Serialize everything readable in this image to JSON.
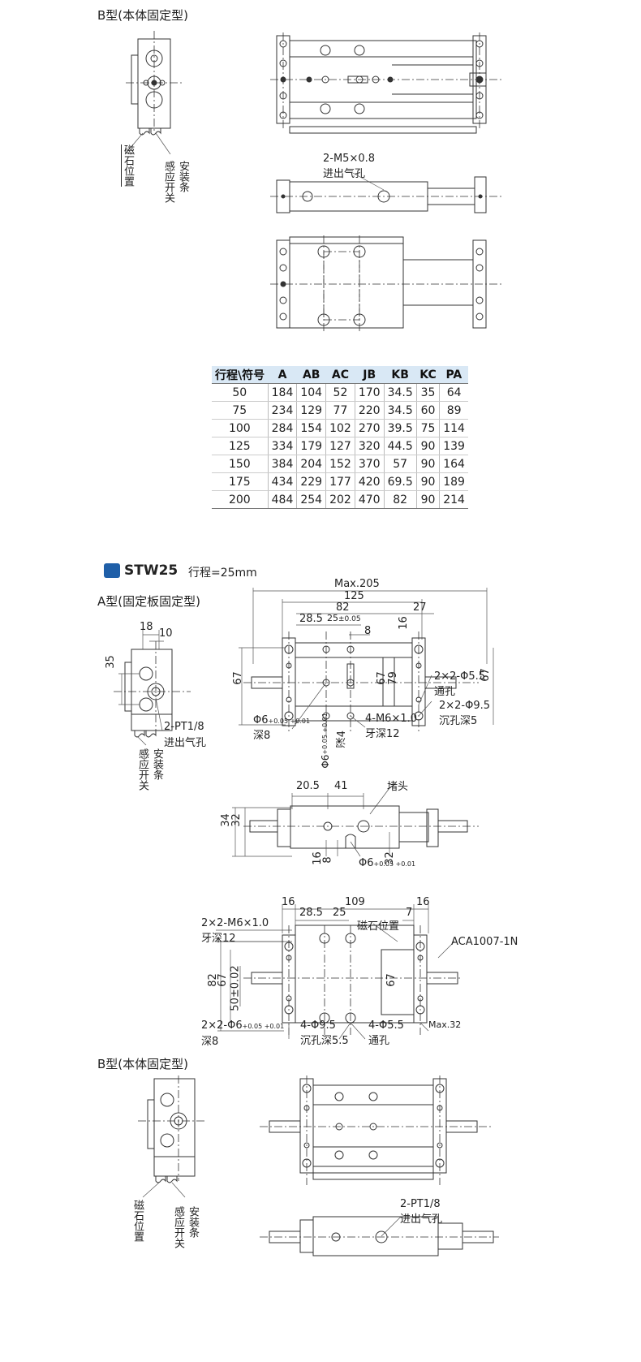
{
  "sec1": {
    "title": "B型(本体固定型)",
    "side_labels": [
      "磁石位置",
      "感应开关",
      "安装条"
    ],
    "port_label_1": "2-M5×0.8",
    "port_label_2": "进出气孔"
  },
  "table": {
    "headers": [
      "行程\\符号",
      "A",
      "AB",
      "AC",
      "JB",
      "KB",
      "KC",
      "PA"
    ],
    "rows": [
      [
        "50",
        "184",
        "104",
        "52",
        "170",
        "34.5",
        "35",
        "64"
      ],
      [
        "75",
        "234",
        "129",
        "77",
        "220",
        "34.5",
        "60",
        "89"
      ],
      [
        "100",
        "284",
        "154",
        "102",
        "270",
        "39.5",
        "75",
        "114"
      ],
      [
        "125",
        "334",
        "179",
        "127",
        "320",
        "44.5",
        "90",
        "139"
      ],
      [
        "150",
        "384",
        "204",
        "152",
        "370",
        "57",
        "90",
        "164"
      ],
      [
        "175",
        "434",
        "229",
        "177",
        "420",
        "69.5",
        "90",
        "189"
      ],
      [
        "200",
        "484",
        "254",
        "202",
        "470",
        "82",
        "90",
        "214"
      ]
    ]
  },
  "stw25": {
    "model": "STW25",
    "stroke": "行程=25mm",
    "a_title": "A型(固定板固定型)",
    "side": {
      "d18": "18",
      "d10": "10",
      "d35": "35",
      "port1": "2-PT1/8",
      "port2": "进出气孔",
      "switch1": "感应开关",
      "switch2": "安装条"
    },
    "top": {
      "max205": "Max.205",
      "d125": "125",
      "d82": "82",
      "d27": "27",
      "d285": "28.5",
      "d25": "25",
      "tol": "±0.05",
      "d8": "8",
      "d16": "16",
      "d67L": "67",
      "d79": "79",
      "d67in": "67",
      "d67R": "67",
      "h1": "2×2-Φ5.5",
      "h1b": "通孔",
      "h2": "2×2-Φ9.5",
      "h2b": "沉孔深5",
      "h3": "4-M6×1.0",
      "h3b": "牙深12",
      "p1": "Φ6",
      "p1tol": "+0.05 +0.01",
      "p1b": "深8",
      "p2": "Φ6",
      "p2tol": "+0.05 +0.01",
      "p2b": "深4"
    },
    "front": {
      "d205": "20.5",
      "d41": "41",
      "plug": "堵头",
      "d34": "34",
      "d32": "32",
      "d16": "16",
      "d8": "8",
      "phi": "Φ6",
      "phitol": "+0.05 +0.01",
      "d32b": "32"
    },
    "bottom": {
      "d16a": "16",
      "d109": "109",
      "d16b": "16",
      "d285": "28.5",
      "d25": "25",
      "d7": "7",
      "m6": "2×2-M6×1.0",
      "m6b": "牙深12",
      "mag": "磁石位置",
      "aca": "ACA1007-1N",
      "d82": "82",
      "d67": "67",
      "d50": "50±0.02",
      "d67R": "67",
      "h1": "2×2-Φ6",
      "h1tol": "+0.05 +0.01",
      "h1b": "深8",
      "h2": "4-Φ9.5",
      "h2b": "沉孔深5.5",
      "h3": "4-Φ5.5",
      "h3b": "通孔",
      "max32": "Max.32"
    },
    "b_title": "B型(本体固定型)",
    "b_side": [
      "磁石位置",
      "感应开关",
      "安装条"
    ],
    "b_port1": "2-PT1/8",
    "b_port2": "进出气孔"
  }
}
